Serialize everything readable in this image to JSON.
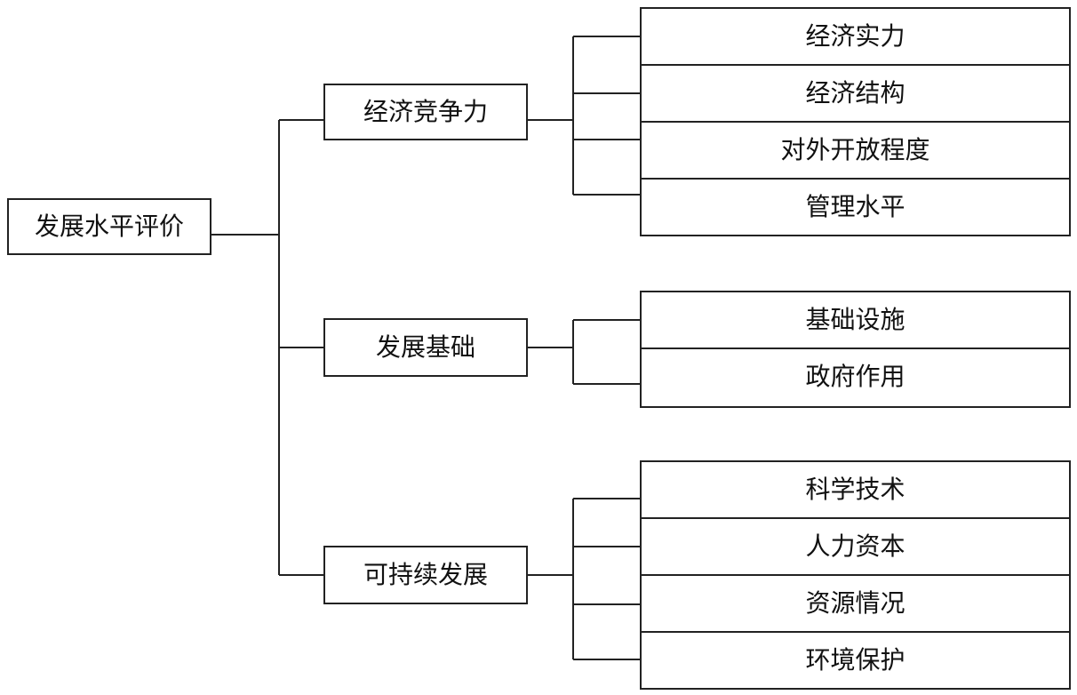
{
  "root": {
    "label": "发展水平评价"
  },
  "groups": [
    {
      "label": "经济竞争力",
      "items": [
        "经济实力",
        "经济结构",
        "对外开放程度",
        "管理水平"
      ]
    },
    {
      "label": "发展基础",
      "items": [
        "基础设施",
        "政府作用"
      ]
    },
    {
      "label": "可持续发展",
      "items": [
        "科学技术",
        "人力资本",
        "资源情况",
        "环境保护"
      ]
    }
  ],
  "colors": {
    "line": "#222222",
    "background": "#ffffff",
    "text": "#111111"
  }
}
